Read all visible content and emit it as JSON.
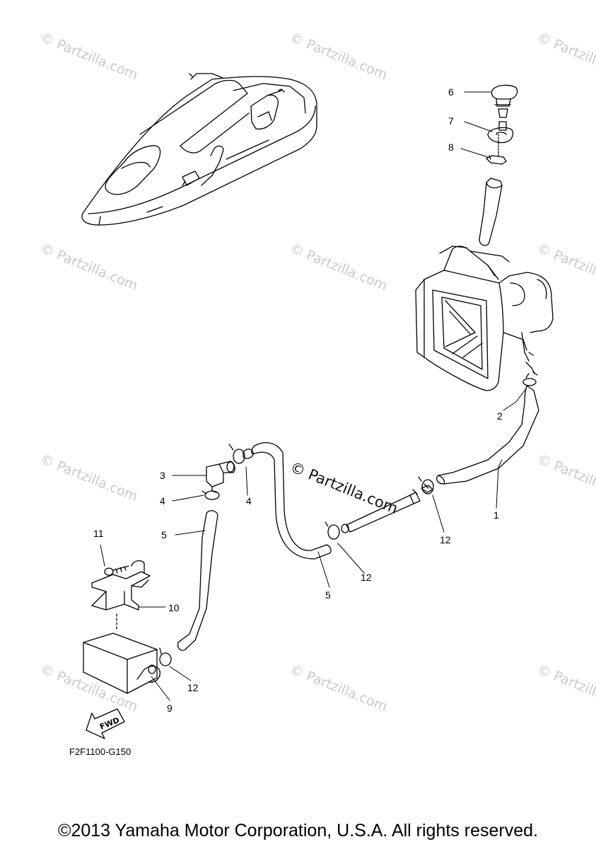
{
  "watermarks": {
    "text": "© Partzilla.com",
    "center_text": "© Partzilla.com"
  },
  "callouts": {
    "c1": "1",
    "c2": "2",
    "c3": "3",
    "c4a": "4",
    "c4b": "4",
    "c5a": "5",
    "c5b": "5",
    "c6": "6",
    "c7": "7",
    "c8": "8",
    "c9": "9",
    "c10": "10",
    "c11": "11",
    "c12a": "12",
    "c12b": "12",
    "c12c": "12"
  },
  "fwd_label": "FWD",
  "diagram_code": "F2F1100-G150",
  "copyright": "©2013 Yamaha Motor Corporation, U.S.A. All rights reserved."
}
